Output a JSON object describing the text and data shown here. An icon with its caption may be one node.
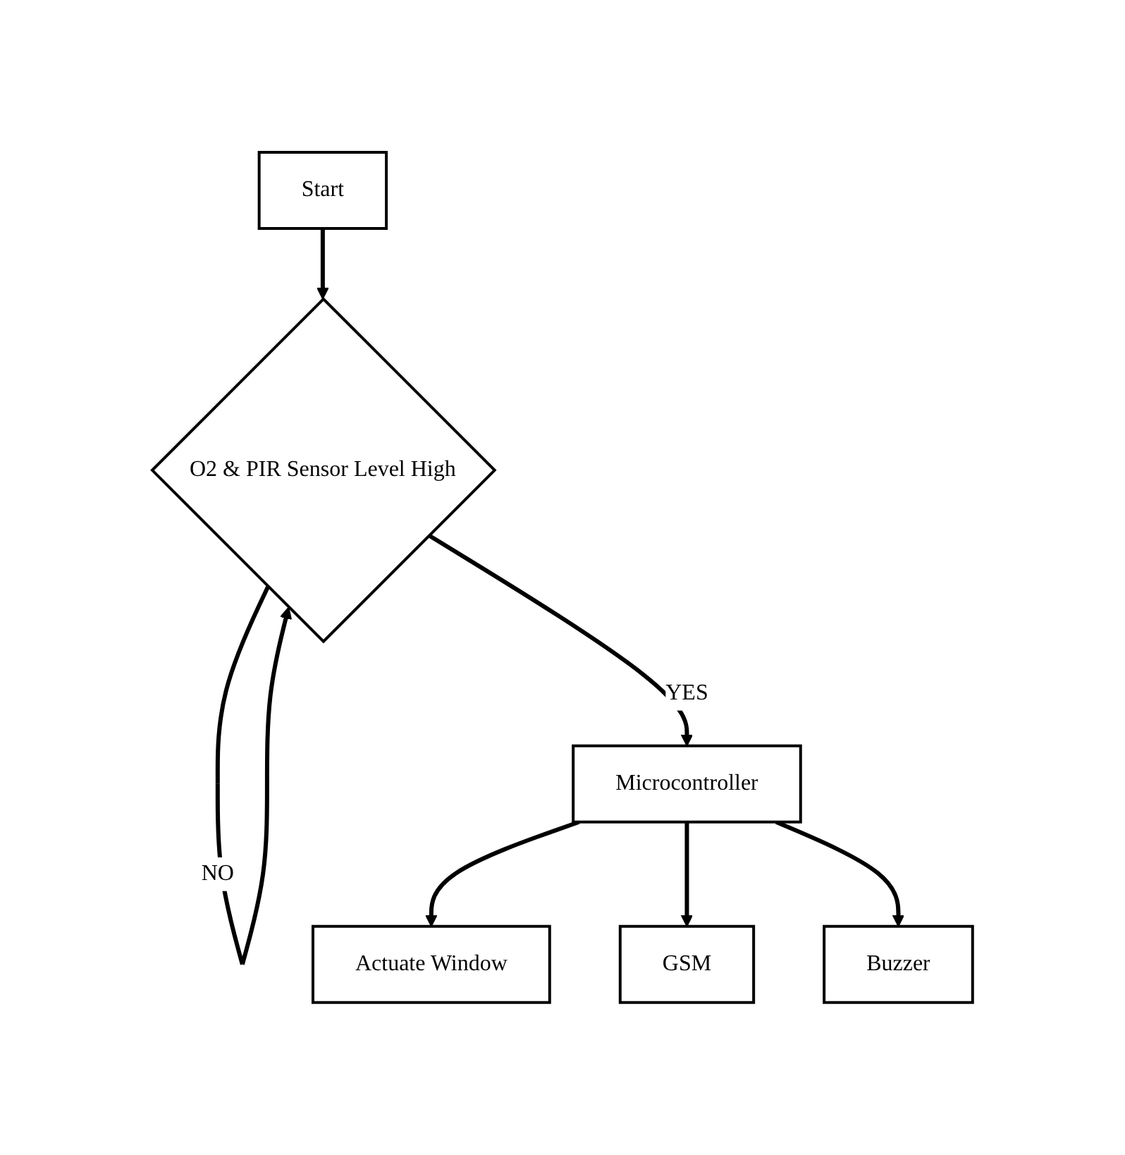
{
  "diagram": {
    "nodes": [
      {
        "text": [
          "Start"
        ]
      },
      {
        "text": [
          "O2 & PIR Sensor Level High"
        ]
      },
      {
        "text": [
          "Microcontroller"
        ]
      },
      {
        "text": [
          "Actuate Window"
        ]
      },
      {
        "text": [
          "GSM"
        ]
      },
      {
        "text": [
          "Buzzer"
        ]
      }
    ],
    "edges": [
      {
        "from": 0,
        "to": 1,
        "arrow": "to"
      },
      {
        "from": 1,
        "to": 1,
        "arrow": "to",
        "label": "NO"
      },
      {
        "from": 1,
        "to": 2,
        "arrow": "to",
        "label": "YES"
      },
      {
        "from": 2,
        "to": 3,
        "arrow": "to"
      },
      {
        "from": 2,
        "to": 4,
        "arrow": "to"
      },
      {
        "from": 2,
        "to": 5,
        "arrow": "to"
      }
    ]
  }
}
